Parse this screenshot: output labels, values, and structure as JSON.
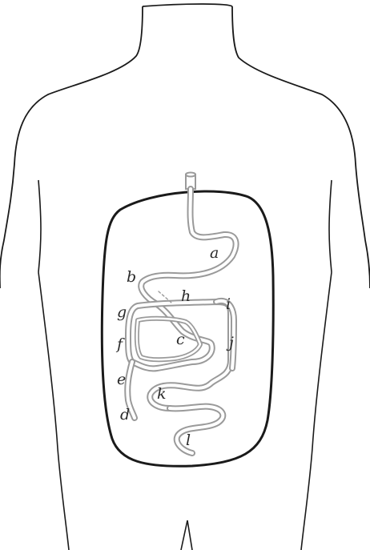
{
  "colors": {
    "outline": "#1a1a1a",
    "tract": "#9a9a9a",
    "label": "#2a2a2a",
    "background": "#ffffff"
  },
  "labels": {
    "a": "a",
    "b": "b",
    "c": "c",
    "d": "d",
    "e": "e",
    "f": "f",
    "g": "g",
    "h": "h",
    "i": "i",
    "j": "j",
    "k": "k",
    "l": "l"
  }
}
